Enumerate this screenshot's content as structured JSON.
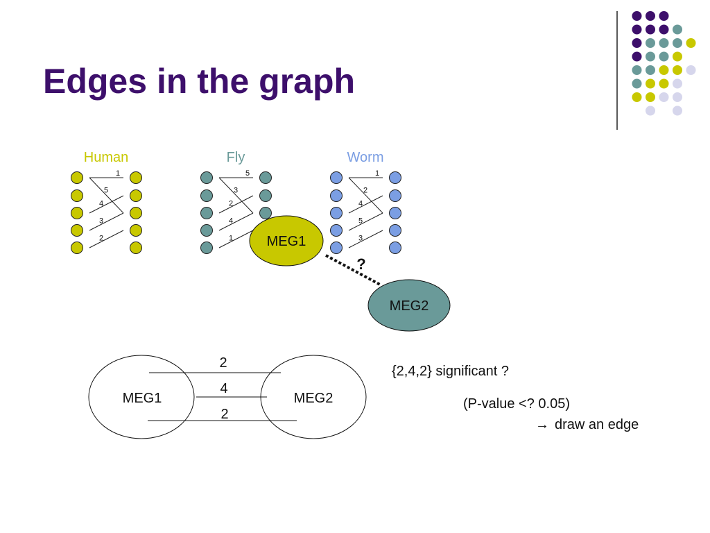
{
  "slide": {
    "title": "Edges in the graph"
  },
  "species": [
    {
      "name": "Human",
      "color": "#c8c800",
      "edges": [
        {
          "from": 1,
          "to": 1,
          "label": "1"
        },
        {
          "from": 1,
          "to": 3,
          "label": "5"
        },
        {
          "from": 3,
          "to": 2,
          "label": "4"
        },
        {
          "from": 4,
          "to": 3,
          "label": "3"
        },
        {
          "from": 5,
          "to": 4,
          "label": "2"
        }
      ]
    },
    {
      "name": "Fly",
      "color": "#6a9a99",
      "edges": [
        {
          "from": 1,
          "to": 1,
          "label": "5"
        },
        {
          "from": 1,
          "to": 3,
          "label": "3"
        },
        {
          "from": 3,
          "to": 2,
          "label": "2"
        },
        {
          "from": 4,
          "to": 3,
          "label": "4"
        },
        {
          "from": 5,
          "to": 4,
          "label": "1"
        }
      ]
    },
    {
      "name": "Worm",
      "color": "#7b9ee3",
      "edges": [
        {
          "from": 1,
          "to": 1,
          "label": "1"
        },
        {
          "from": 1,
          "to": 3,
          "label": "2"
        },
        {
          "from": 3,
          "to": 2,
          "label": "4"
        },
        {
          "from": 4,
          "to": 3,
          "label": "5"
        },
        {
          "from": 5,
          "to": 4,
          "label": "3"
        }
      ]
    }
  ],
  "meg_nodes": {
    "meg1": {
      "label": "MEG1",
      "fill": "#c8c800"
    },
    "meg2": {
      "label": "MEG2",
      "fill": "#6a9a99"
    },
    "question": "?"
  },
  "comparison": {
    "left": "MEG1",
    "right": "MEG2",
    "top_value": "2",
    "middle_value": "4",
    "bottom_value": "2"
  },
  "notes": {
    "significance": "{2,4,2} significant ?",
    "pvalue": "(P-value <? 0.05)",
    "arrow": "→",
    "action": "draw an edge"
  },
  "decor": {
    "colors": {
      "purple": "#3d0f6b",
      "teal": "#6a9a99",
      "yellow": "#c8c800",
      "lavender": "#d6d6ec",
      "line": "#222222"
    }
  }
}
